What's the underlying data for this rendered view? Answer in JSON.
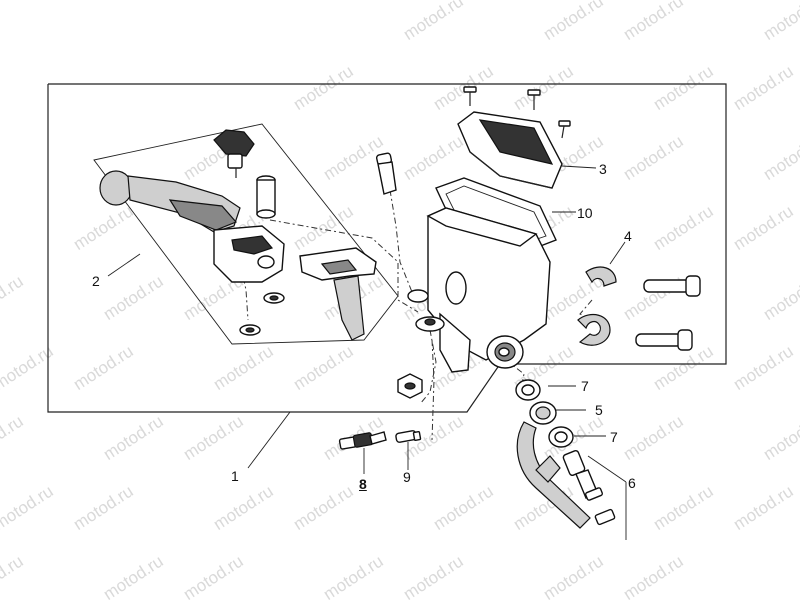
{
  "watermark": "motod.ru",
  "callouts": [
    {
      "id": "1",
      "text": "1"
    },
    {
      "id": "2",
      "text": "2"
    },
    {
      "id": "3",
      "text": "3"
    },
    {
      "id": "4",
      "text": "4"
    },
    {
      "id": "5",
      "text": "5"
    },
    {
      "id": "6",
      "text": "6"
    },
    {
      "id": "7a",
      "text": "7"
    },
    {
      "id": "7b",
      "text": "7"
    },
    {
      "id": "8",
      "text": "8"
    },
    {
      "id": "9",
      "text": "9"
    },
    {
      "id": "10",
      "text": "10"
    }
  ]
}
